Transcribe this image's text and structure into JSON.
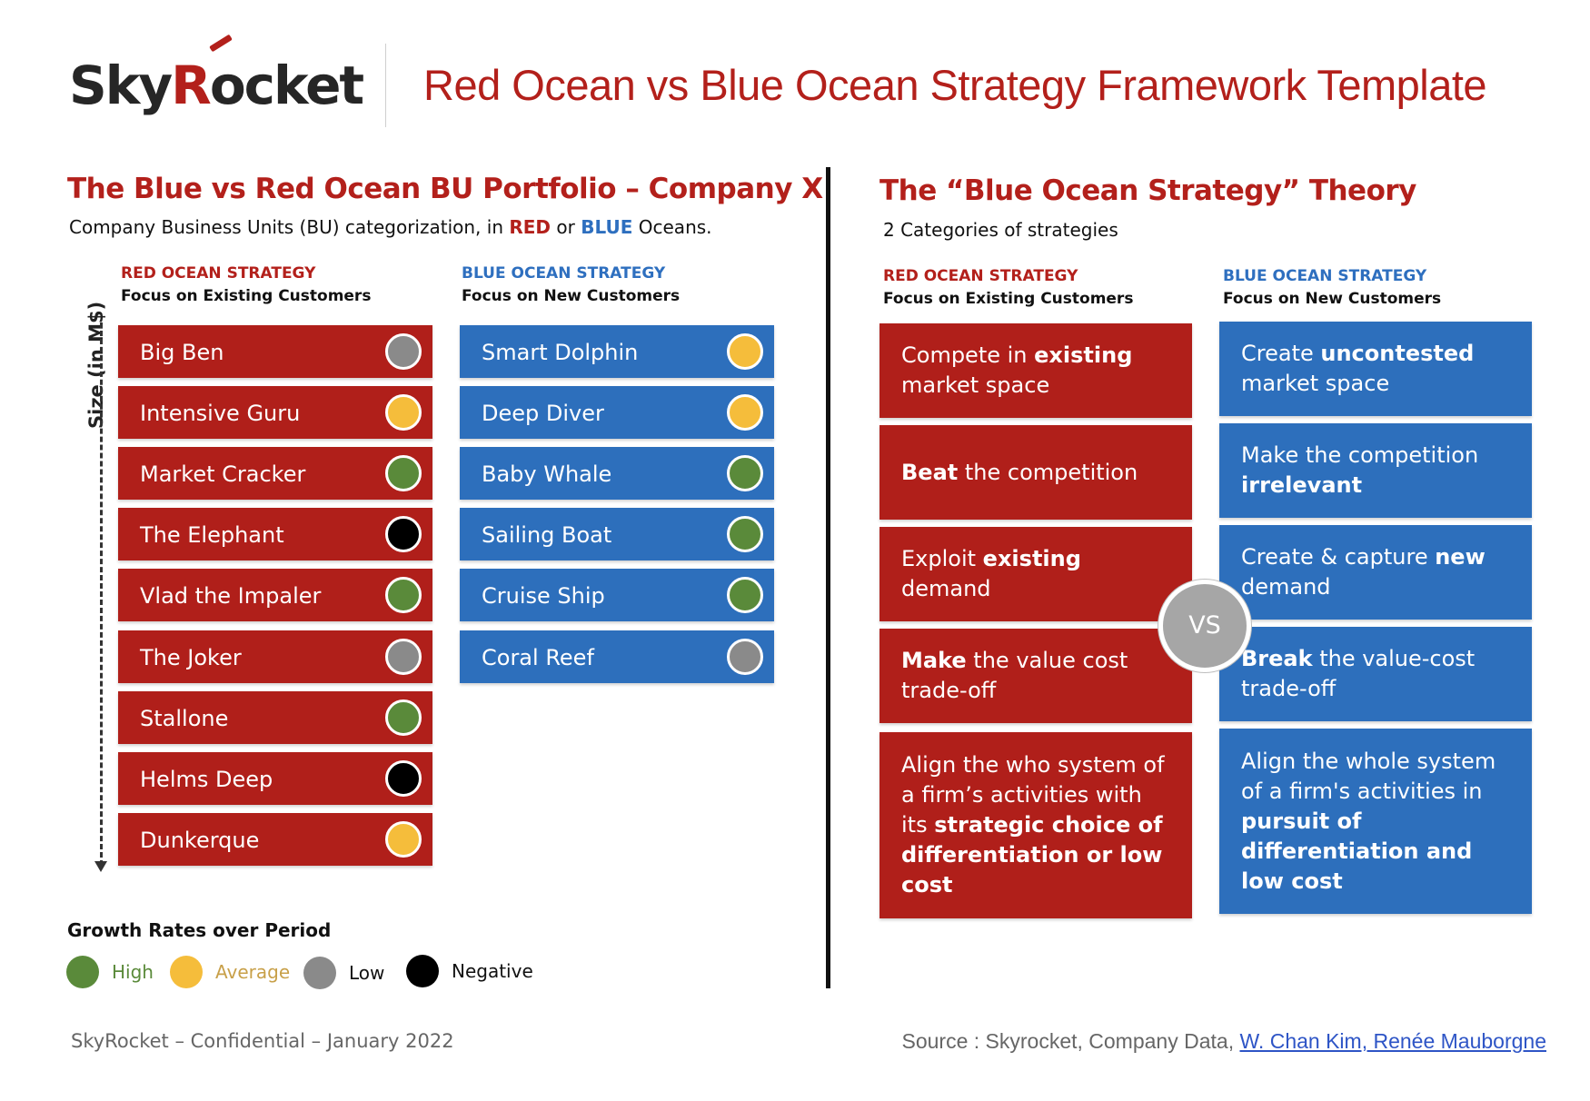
{
  "header": {
    "logo_text": "SkyRocket",
    "title": "Red Ocean vs Blue Ocean Strategy Framework Template"
  },
  "colors": {
    "red": "#b01f1a",
    "blue": "#2d6fbc",
    "high": "#5a8a3a",
    "average": "#f5bd3b",
    "low": "#8a8a8a",
    "negative": "#000000"
  },
  "portfolio": {
    "title": "The Blue vs Red Ocean BU Portfolio – Company X",
    "subtitle_pre": "Company Business Units (BU) categorization, in ",
    "subtitle_red": "RED",
    "subtitle_mid": " or ",
    "subtitle_blue": "BLUE",
    "subtitle_post": " Oceans.",
    "axis_label": "Size (in M$)",
    "red_heading": "RED OCEAN STRATEGY",
    "red_subheading": "Focus on Existing Customers",
    "blue_heading": "BLUE OCEAN STRATEGY",
    "blue_subheading": "Focus on New Customers",
    "red_units": [
      {
        "name": "Big Ben",
        "growth": "low"
      },
      {
        "name": "Intensive Guru",
        "growth": "average"
      },
      {
        "name": "Market Cracker",
        "growth": "high"
      },
      {
        "name": "The Elephant",
        "growth": "negative"
      },
      {
        "name": "Vlad the Impaler",
        "growth": "high"
      },
      {
        "name": "The Joker",
        "growth": "low"
      },
      {
        "name": "Stallone",
        "growth": "high"
      },
      {
        "name": "Helms Deep",
        "growth": "negative"
      },
      {
        "name": "Dunkerque",
        "growth": "average"
      }
    ],
    "blue_units": [
      {
        "name": "Smart Dolphin",
        "growth": "average"
      },
      {
        "name": "Deep Diver",
        "growth": "average"
      },
      {
        "name": "Baby Whale",
        "growth": "high"
      },
      {
        "name": "Sailing Boat",
        "growth": "high"
      },
      {
        "name": "Cruise Ship",
        "growth": "high"
      },
      {
        "name": "Coral Reef",
        "growth": "low"
      }
    ],
    "legend": {
      "title": "Growth Rates over Period",
      "high": "High",
      "average": "Average",
      "low": "Low",
      "negative": "Negative"
    }
  },
  "theory": {
    "title": "The “Blue Ocean Strategy” Theory",
    "subtitle": "2 Categories of strategies",
    "red_heading": "RED OCEAN STRATEGY",
    "red_subheading": "Focus on Existing Customers",
    "blue_heading": "BLUE OCEAN STRATEGY",
    "blue_subheading": "Focus on New Customers",
    "vs": "VS",
    "red_items": [
      [
        {
          "t": "Compete in ",
          "b": false
        },
        {
          "t": "existing",
          "b": true
        },
        {
          "t": " market space",
          "b": false
        }
      ],
      [
        {
          "t": "Beat",
          "b": true
        },
        {
          "t": " the competition",
          "b": false
        }
      ],
      [
        {
          "t": "Exploit ",
          "b": false
        },
        {
          "t": "existing",
          "b": true
        },
        {
          "t": " demand",
          "b": false
        }
      ],
      [
        {
          "t": "Make",
          "b": true
        },
        {
          "t": " the value cost trade-off",
          "b": false
        }
      ],
      [
        {
          "t": "Align the who system of a firm’s activities with its ",
          "b": false
        },
        {
          "t": "strategic choice of differentiation or low cost",
          "b": true
        }
      ]
    ],
    "blue_items": [
      [
        {
          "t": "Create ",
          "b": false
        },
        {
          "t": "uncontested",
          "b": true
        },
        {
          "t": " market space",
          "b": false
        }
      ],
      [
        {
          "t": "Make the competition ",
          "b": false
        },
        {
          "t": "irrelevant",
          "b": true
        }
      ],
      [
        {
          "t": "Create & capture ",
          "b": false
        },
        {
          "t": "new",
          "b": true
        },
        {
          "t": " demand",
          "b": false
        }
      ],
      [
        {
          "t": "Break",
          "b": true
        },
        {
          "t": " the value-cost trade-off",
          "b": false
        }
      ],
      [
        {
          "t": "Align the whole system of a firm's activities in ",
          "b": false
        },
        {
          "t": "pursuit of differentiation and low cost",
          "b": true
        }
      ]
    ]
  },
  "footer": {
    "left": "SkyRocket – Confidential – January 2022",
    "source_prefix": "Source : Skyrocket, Company Data, ",
    "source_link": "W. Chan Kim, Renée Mauborgne"
  }
}
